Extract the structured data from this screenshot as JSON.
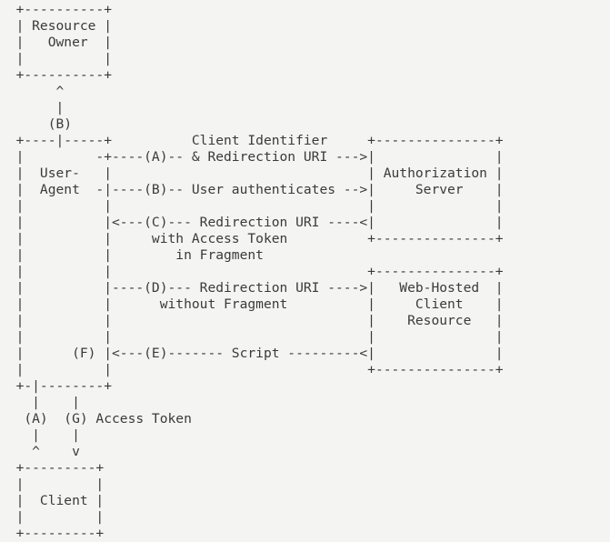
{
  "diagram": {
    "title": "OAuth 2.0 Implicit Grant Flow",
    "type": "ascii-art-sequence-diagram",
    "colors": {
      "background": "#f4f4f2",
      "text": "#3a3a3a"
    },
    "nodes": [
      {
        "id": "resource-owner",
        "label": "Resource Owner",
        "lines": [
          "Resource",
          "Owner"
        ]
      },
      {
        "id": "user-agent",
        "label": "User-Agent",
        "lines": [
          "User-",
          "Agent"
        ]
      },
      {
        "id": "authorization-server",
        "label": "Authorization Server",
        "lines": [
          "Authorization",
          "Server"
        ]
      },
      {
        "id": "web-hosted-client-resource",
        "label": "Web-Hosted Client Resource",
        "lines": [
          "Web-Hosted",
          "Client",
          "Resource"
        ]
      },
      {
        "id": "client",
        "label": "Client",
        "lines": [
          "Client"
        ]
      }
    ],
    "steps": [
      {
        "key": "(A)",
        "label": "Client Identifier & Redirection URI",
        "from": "client",
        "to": "authorization-server",
        "direction": "right"
      },
      {
        "key": "(B)",
        "label": "User authenticates",
        "from": "user-agent",
        "to": "authorization-server",
        "direction": "right"
      },
      {
        "key": "(C)",
        "label": "Redirection URI with Access Token in Fragment",
        "from": "authorization-server",
        "to": "user-agent",
        "direction": "left"
      },
      {
        "key": "(D)",
        "label": "Redirection URI without Fragment",
        "from": "user-agent",
        "to": "web-hosted-client-resource",
        "direction": "right"
      },
      {
        "key": "(E)",
        "label": "Script",
        "from": "web-hosted-client-resource",
        "to": "user-agent",
        "direction": "left"
      },
      {
        "key": "(F)",
        "label": "",
        "from": "user-agent",
        "to": "user-agent",
        "direction": "none"
      },
      {
        "key": "(G)",
        "label": "Access Token",
        "from": "user-agent",
        "to": "client",
        "direction": "down"
      }
    ],
    "ascii": "  +----------+\n  | Resource |\n  |   Owner  |\n  |          |\n  +----------+\n       ^\n       |\n      (B)\n  +----|-----+          Client Identifier     +---------------+\n  |         -+----(A)-- & Redirection URI --->|               |\n  |  User-   |                                | Authorization |\n  |  Agent  -|----(B)-- User authenticates -->|     Server    |\n  |          |                                |               |\n  |          |<---(C)--- Redirection URI ----<|               |\n  |          |     with Access Token          +---------------+\n  |          |        in Fragment\n  |          |                                +---------------+\n  |          |----(D)--- Redirection URI ---->|   Web-Hosted  |\n  |          |      without Fragment          |     Client    |\n  |          |                                |    Resource   |\n  |          |                                |               |\n  |      (F) |<---(E)------- Script ---------<|               |\n  |          |                                +---------------+\n  +-|--------+\n    |    |\n   (A)  (G) Access Token\n    |    |\n    ^    v\n  +---------+\n  |         |\n  |  Client |\n  |         |\n  +---------+"
  }
}
